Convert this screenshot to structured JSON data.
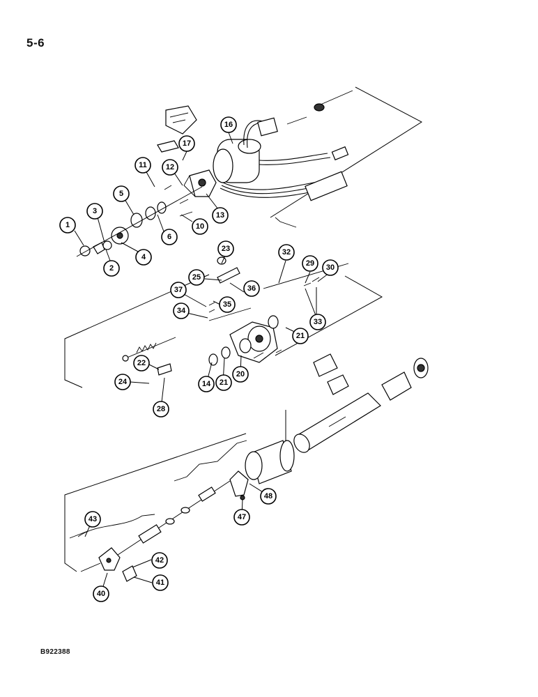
{
  "page_number": "5-6",
  "figure_code": "B922388",
  "callouts": [
    "1",
    "2",
    "3",
    "4",
    "5",
    "6",
    "10",
    "11",
    "12",
    "13",
    "16",
    "17",
    "23",
    "25",
    "36",
    "37",
    "35",
    "34",
    "32",
    "29",
    "30",
    "33",
    "21",
    "20",
    "21",
    "14",
    "22",
    "24",
    "28",
    "43",
    "42",
    "41",
    "40",
    "47",
    "48"
  ]
}
